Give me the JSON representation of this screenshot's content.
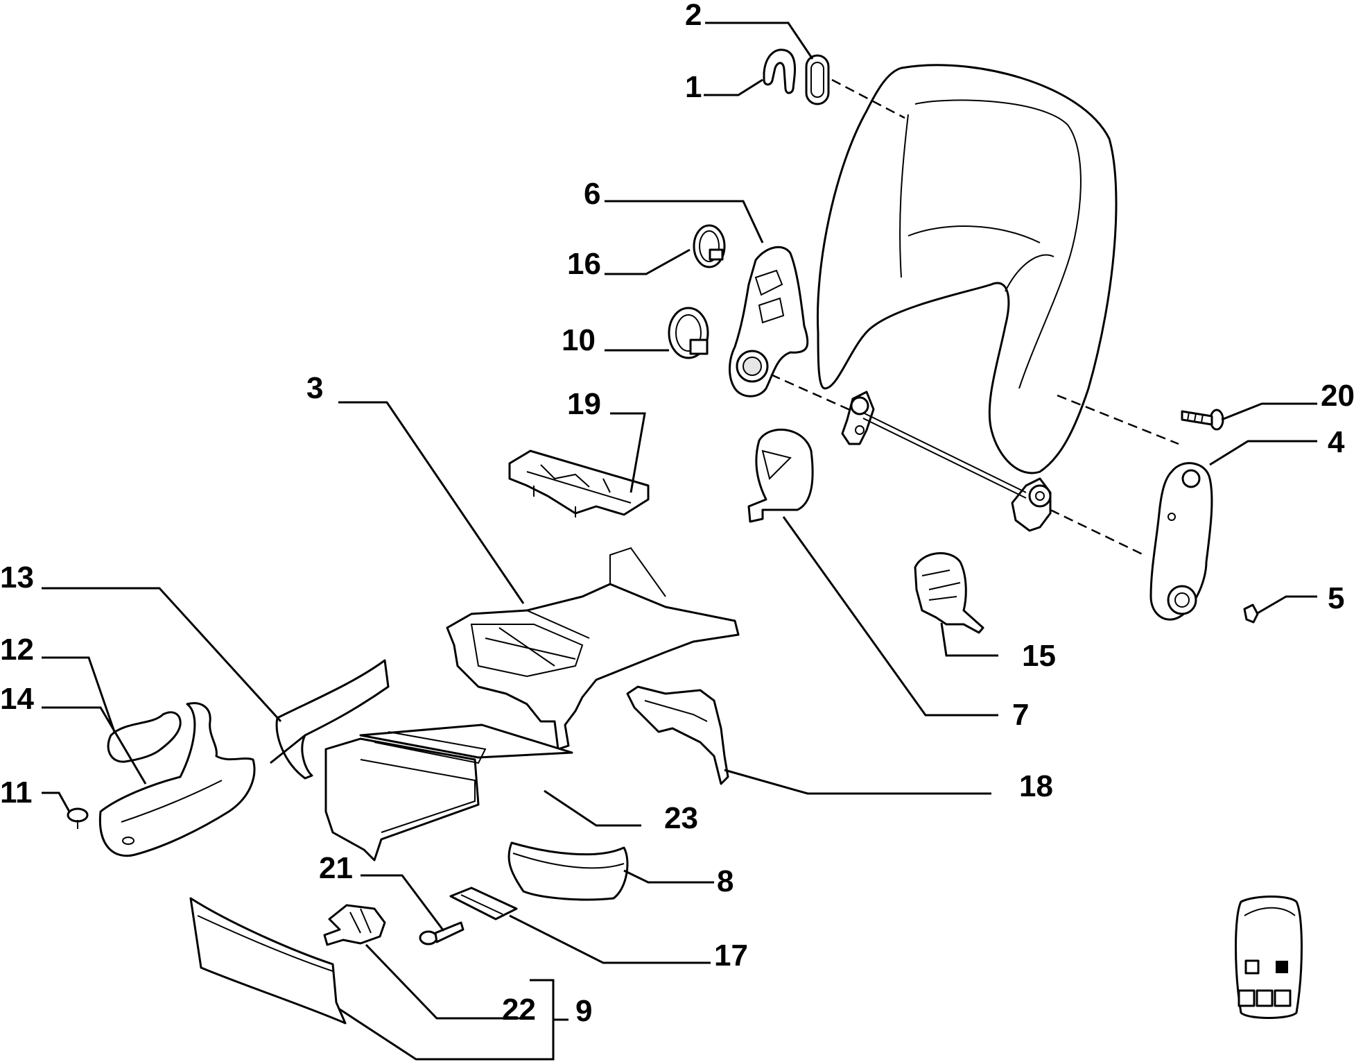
{
  "diagram": {
    "callouts": [
      {
        "id": "c1",
        "label": "1"
      },
      {
        "id": "c2",
        "label": "2"
      },
      {
        "id": "c3",
        "label": "3"
      },
      {
        "id": "c4",
        "label": "4"
      },
      {
        "id": "c5",
        "label": "5"
      },
      {
        "id": "c6",
        "label": "6"
      },
      {
        "id": "c7",
        "label": "7"
      },
      {
        "id": "c8",
        "label": "8"
      },
      {
        "id": "c9",
        "label": "9"
      },
      {
        "id": "c10",
        "label": "10"
      },
      {
        "id": "c11",
        "label": "11"
      },
      {
        "id": "c12",
        "label": "12"
      },
      {
        "id": "c13",
        "label": "13"
      },
      {
        "id": "c14",
        "label": "14"
      },
      {
        "id": "c15",
        "label": "15"
      },
      {
        "id": "c16",
        "label": "16"
      },
      {
        "id": "c17",
        "label": "17"
      },
      {
        "id": "c18",
        "label": "18"
      },
      {
        "id": "c19",
        "label": "19"
      },
      {
        "id": "c20",
        "label": "20"
      },
      {
        "id": "c21",
        "label": "21"
      },
      {
        "id": "c22",
        "label": "22"
      },
      {
        "id": "c23",
        "label": "23"
      }
    ]
  },
  "colors": {
    "line": "#000000",
    "background": "#ffffff",
    "fill_light": "#e6e6e6"
  }
}
